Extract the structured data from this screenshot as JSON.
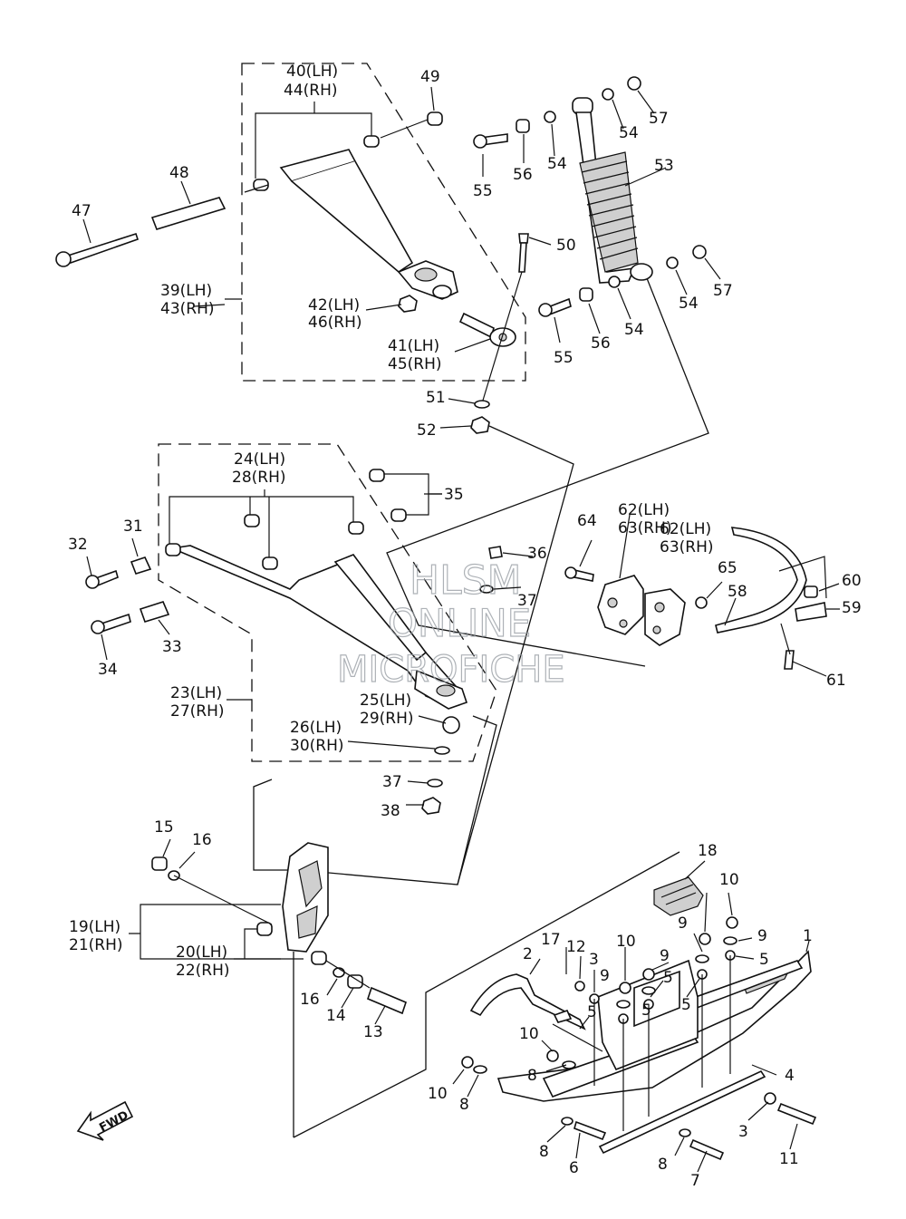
{
  "callouts": {
    "p1": "1",
    "p2": "2",
    "p3a": "3",
    "p3b": "3",
    "p4": "4",
    "p5a": "5",
    "p5b": "5",
    "p5c": "5",
    "p5d": "5",
    "p5e": "5",
    "p6": "6",
    "p7": "7",
    "p8a": "8",
    "p8b": "8",
    "p8c": "8",
    "p8d": "8",
    "p9a": "9",
    "p9b": "9",
    "p9c": "9",
    "p9d": "9",
    "p10a": "10",
    "p10b": "10",
    "p10c": "10",
    "p10d": "10",
    "p11": "11",
    "p12": "12",
    "p13": "13",
    "p14": "14",
    "p15": "15",
    "p16a": "16",
    "p16b": "16",
    "p17": "17",
    "p18": "18",
    "p19": "19(LH)",
    "p21": "21(RH)",
    "p20": "20(LH)",
    "p22": "22(RH)",
    "p23": "23(LH)",
    "p27": "27(RH)",
    "p24": "24(LH)",
    "p28": "28(RH)",
    "p25": "25(LH)",
    "p29": "29(RH)",
    "p26": "26(LH)",
    "p30": "30(RH)",
    "p31": "31",
    "p32": "32",
    "p33": "33",
    "p34": "34",
    "p35": "35",
    "p36": "36",
    "p37a": "37",
    "p37b": "37",
    "p38": "38",
    "p39": "39(LH)",
    "p43": "43(RH)",
    "p40": "40(LH)",
    "p44": "44(RH)",
    "p41": "41(LH)",
    "p45": "45(RH)",
    "p42": "42(LH)",
    "p46": "46(RH)",
    "p47": "47",
    "p48": "48",
    "p49": "49",
    "p50": "50",
    "p51": "51",
    "p52": "52",
    "p53": "53",
    "p54a": "54",
    "p54b": "54",
    "p54c": "54",
    "p54d": "54",
    "p55a": "55",
    "p55b": "55",
    "p56a": "56",
    "p56b": "56",
    "p57a": "57",
    "p57b": "57",
    "p58": "58",
    "p59": "59",
    "p60": "60",
    "p61": "61",
    "p62a": "62(LH)",
    "p63a": "63(RH)",
    "p62b": "62(LH)",
    "p63b": "63(RH)",
    "p64": "64",
    "p65": "65"
  },
  "fwd_label": "FWD",
  "watermark": {
    "line1": "HLSM",
    "line2": "ONLINE",
    "line3": "MICROFICHE"
  }
}
